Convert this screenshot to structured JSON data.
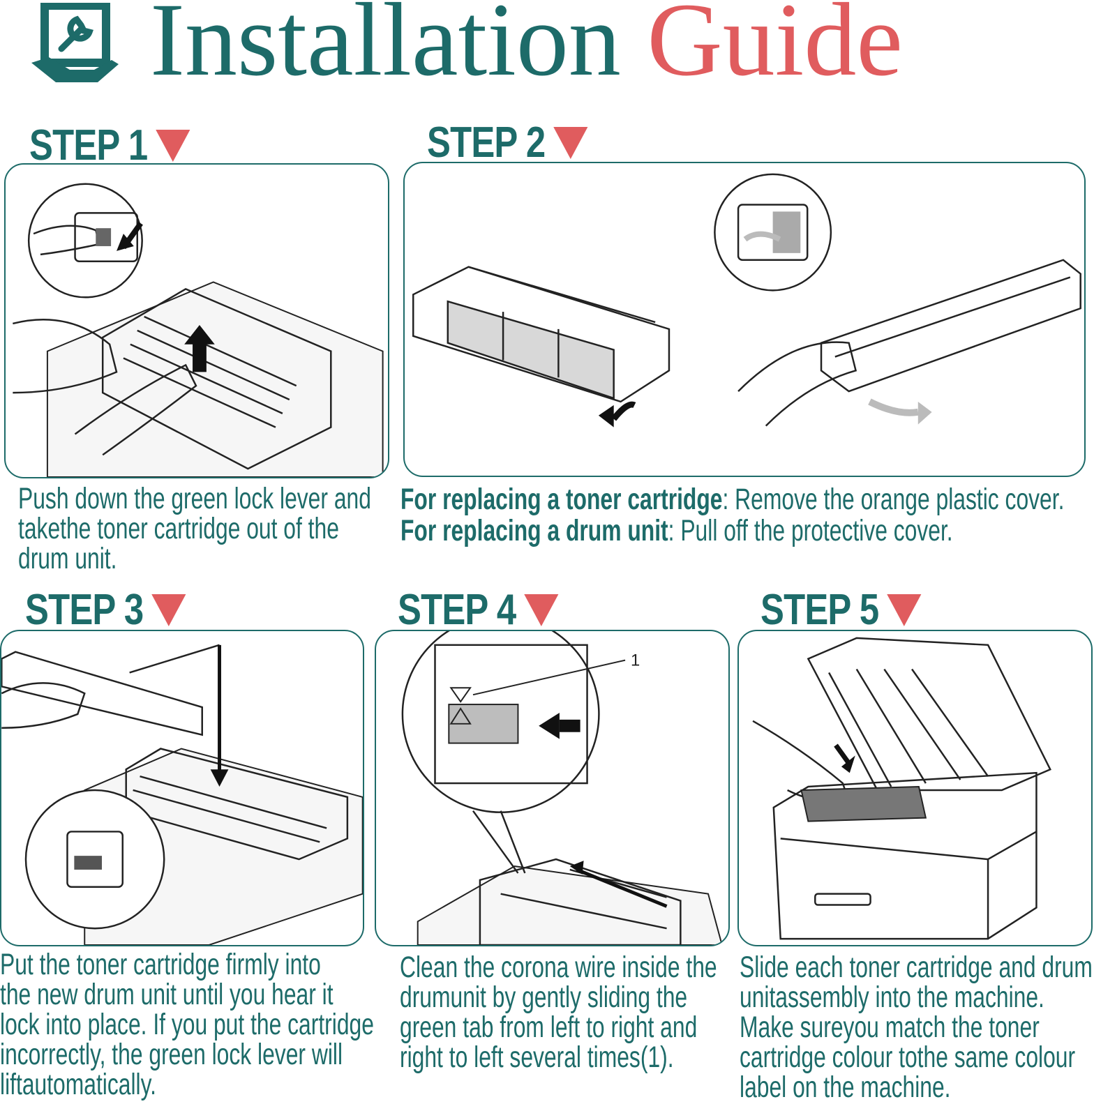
{
  "header": {
    "title_word1": "Installation",
    "title_word2": "Guide",
    "logo_icon": "wrench-in-hand-icon",
    "colors": {
      "teal": "#1d6b69",
      "coral": "#e05c5e"
    }
  },
  "steps": [
    {
      "label": "STEP 1",
      "caption": [
        "Push down the green lock lever and",
        "takethe toner cartridge out of the",
        "drum unit."
      ]
    },
    {
      "label": "STEP 2",
      "caption_bold_1": "For replacing a toner cartridge",
      "caption_rest_1": ": Remove the orange plastic cover.",
      "caption_bold_2": "For replacing a drum unit",
      "caption_rest_2": ": Pull off the protective cover."
    },
    {
      "label": "STEP 3",
      "caption": [
        "Put the toner cartridge firmly into",
        "the new drum unit until you hear it",
        "lock into place. If you put the cartridge",
        "incorrectly, the green lock lever will",
        "liftautomatically."
      ]
    },
    {
      "label": "STEP 4",
      "callout_number": "1",
      "caption": [
        "Clean the corona wire inside the",
        "drumunit by gently sliding the",
        "green tab from left to right and",
        "right to left several times(1)."
      ]
    },
    {
      "label": "STEP 5",
      "caption": [
        "Slide each toner cartridge and drum",
        "unitassembly into the machine.",
        "Make sureyou match the toner",
        "cartridge colour tothe same colour",
        "label on the machine."
      ]
    }
  ]
}
